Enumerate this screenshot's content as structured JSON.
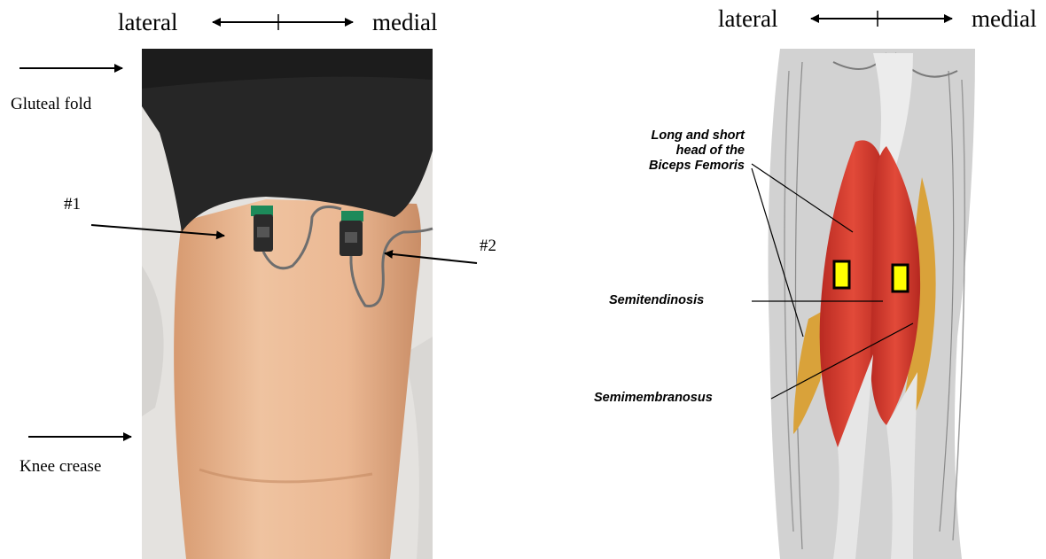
{
  "left_panel": {
    "orientation": {
      "lateral": "lateral",
      "medial": "medial"
    },
    "labels": {
      "gluteal_fold": "Gluteal fold",
      "knee_crease": "Knee crease",
      "electrode_1": "#1",
      "electrode_2": "#2"
    }
  },
  "right_panel": {
    "orientation": {
      "lateral": "lateral",
      "medial": "medial"
    },
    "labels": {
      "biceps_line1": "Long and short",
      "biceps_line2": "head of the",
      "biceps_line3": "Biceps Femoris",
      "semitendinosis": "Semitendinosis",
      "semimembranosus": "Semimembranosus"
    }
  },
  "colors": {
    "electrode_marker_fill": "#ffff00",
    "muscle_red": "#d8392c",
    "tendon_yellow": "#d9a23a",
    "skin": "#e9b48c",
    "shorts": "#2a2a2a"
  }
}
